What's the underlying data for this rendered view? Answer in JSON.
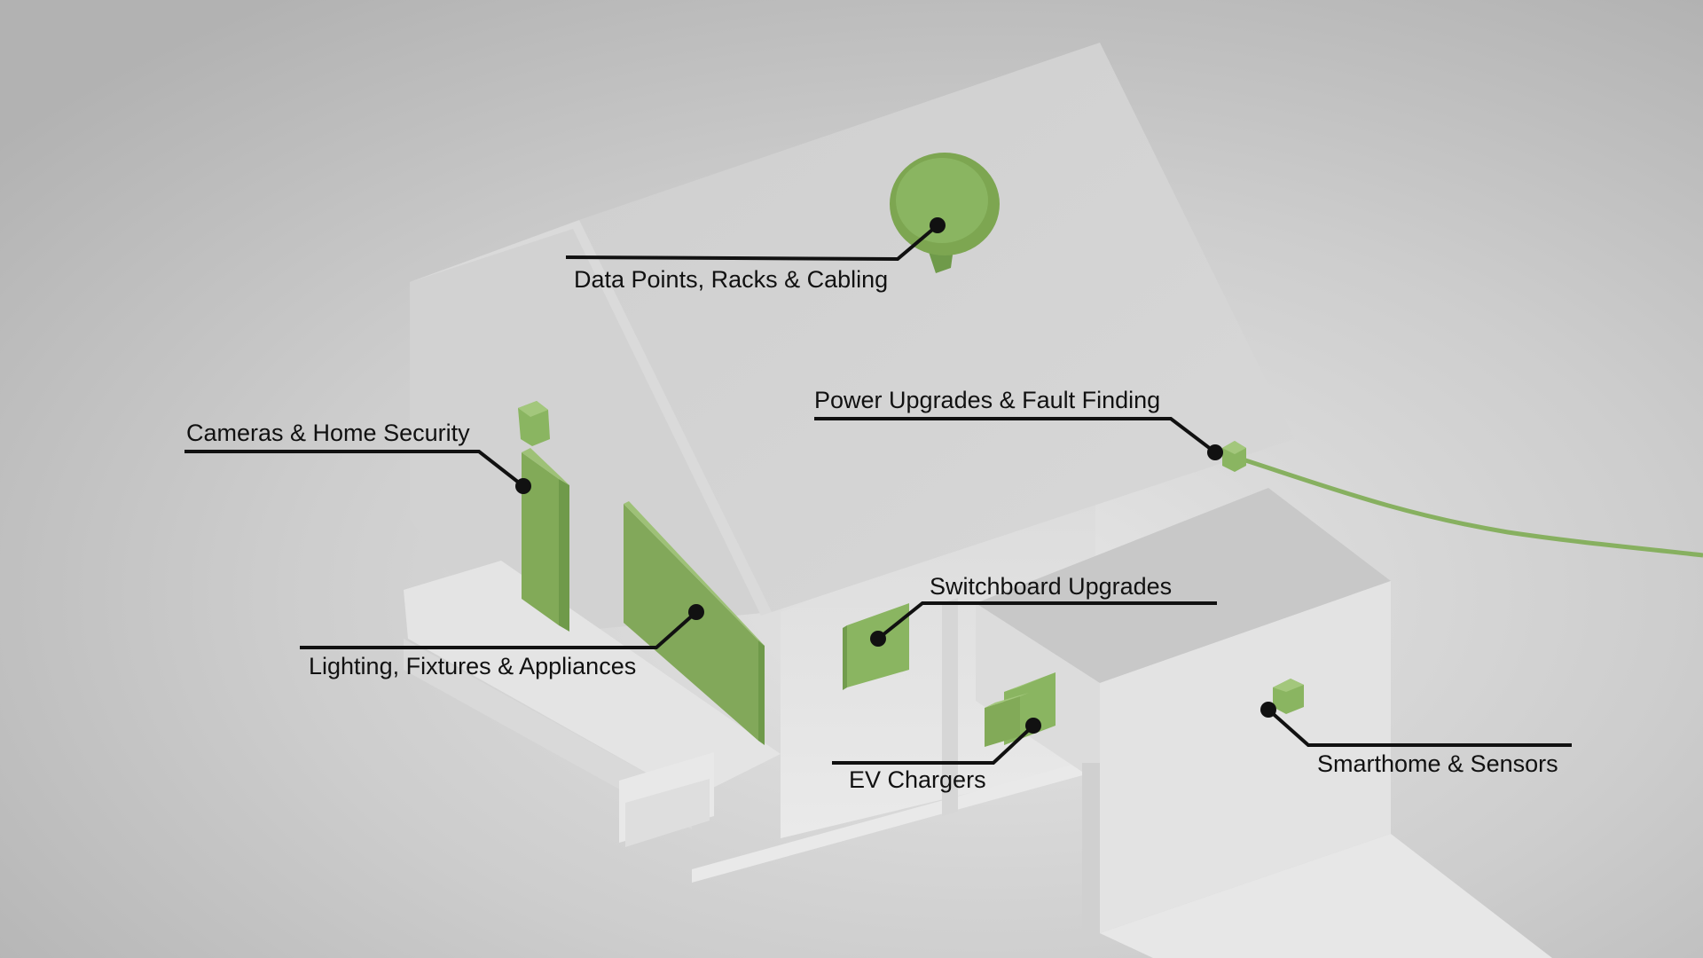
{
  "colors": {
    "background": "#b4b4b4",
    "house_light": "#e2e2e2",
    "house_mid": "#d4d4d4",
    "house_dark": "#c6c6c6",
    "accent_green": "#87b060",
    "accent_green_dark": "#6f9a4a",
    "callout_line": "#111111"
  },
  "callouts": {
    "data_points": {
      "label": "Data Points, Racks & Cabling",
      "icon": "satellite-dish-icon"
    },
    "power_upgrades": {
      "label": "Power Upgrades & Fault Finding",
      "icon": "power-box-icon"
    },
    "cameras": {
      "label": "Cameras & Home Security",
      "icon": "camera-icon"
    },
    "lighting": {
      "label": "Lighting, Fixtures & Appliances",
      "icon": "light-panel-icon"
    },
    "switchboard": {
      "label": "Switchboard Upgrades",
      "icon": "switchboard-icon"
    },
    "ev_chargers": {
      "label": "EV Chargers",
      "icon": "ev-charger-icon"
    },
    "smarthome": {
      "label": "Smarthome & Sensors",
      "icon": "sensor-icon"
    }
  }
}
